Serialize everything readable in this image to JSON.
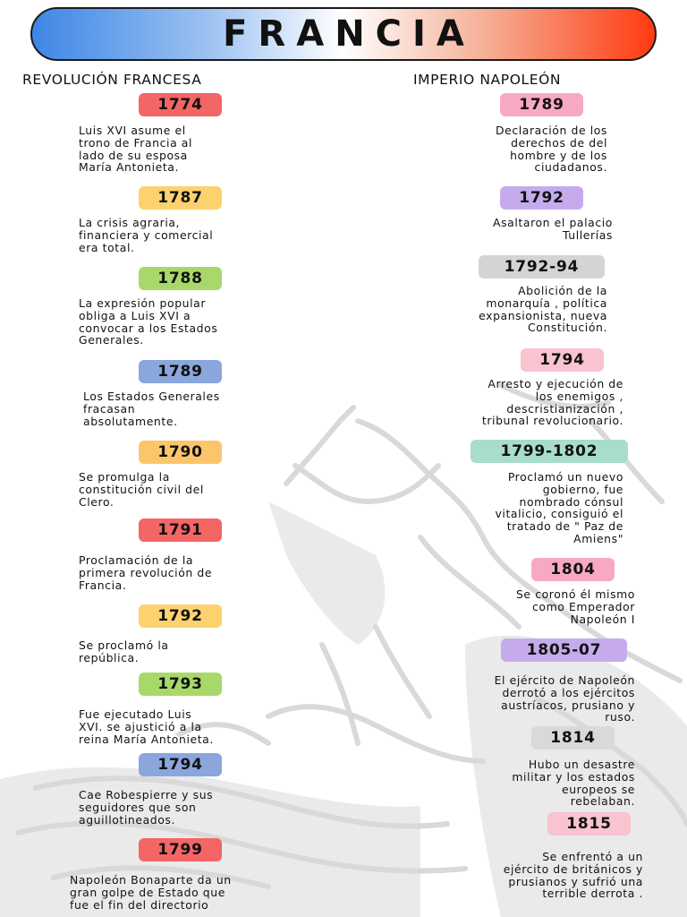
{
  "title": "FRANCIA",
  "left": {
    "heading": "REVOLUCIÓN FRANCESA",
    "events": [
      {
        "year": "1774",
        "color": "#f46565",
        "text": "Luis XVI asume el\ntrono de Francia al\nlado de su esposa\nMaría Antonieta."
      },
      {
        "year": "1787",
        "color": "#fbd26e",
        "text": "La crisis agraria,\nfinanciera y comercial\nera total."
      },
      {
        "year": "1788",
        "color": "#a9d86a",
        "text": "La expresión popular\nobliga a Luis XVI a\nconvocar a los Estados\nGenerales."
      },
      {
        "year": "1789",
        "color": "#8aa6dc",
        "text": "Los Estados Generales\nfracasan\nabsolutamente."
      },
      {
        "year": "1790",
        "color": "#fbc66a",
        "text": "Se promulga la\nconstitución civil del\nClero."
      },
      {
        "year": "1791",
        "color": "#f46565",
        "text": "Proclamación de la\nprimera revolución de\nFrancia."
      },
      {
        "year": "1792",
        "color": "#fbd26e",
        "text": "Se proclamó la\nrepública."
      },
      {
        "year": "1793",
        "color": "#a9d86a",
        "text": "Fue ejecutado Luis\nXVI. se ajustició a la\nreina María Antonieta."
      },
      {
        "year": "1794",
        "color": "#8aa6dc",
        "text": "Cae Robespierre y sus\nseguidores que son\naguillotineados."
      },
      {
        "year": "1799",
        "color": "#f46565",
        "text": "Napoleón Bonaparte da un\ngran golpe de Estado que\nfue el fin del directorio"
      }
    ]
  },
  "right": {
    "heading": "IMPERIO NAPOLEÓN",
    "events": [
      {
        "year": "1789",
        "color": "#f7a9c4",
        "text": "Declaración de los\nderechos de del\nhombre y de los\nciudadanos."
      },
      {
        "year": "1792",
        "color": "#c6abec",
        "text": "Asaltaron el palacio\nTullerías"
      },
      {
        "year": "1792-94",
        "color": "#d4d4d4",
        "text": "Abolición de la\nmonarquía , política\nexpansionista, nueva\nConstitución."
      },
      {
        "year": "1794",
        "color": "#f9c3cf",
        "text": "Arresto y ejecución de\nlos enemigos ,\ndescristianización ,\ntribunal revolucionario."
      },
      {
        "year": "1799-1802",
        "color": "#a8dec9",
        "text": "Proclamó un nuevo\ngobierno, fue\nnombrado cónsul\nvitalicio, consiguió el\ntratado de \" Paz de\nAmiens\""
      },
      {
        "year": "1804",
        "color": "#f7a9c4",
        "text": "Se coronó él mismo\ncomo Emperador\nNapoleón I"
      },
      {
        "year": "1805-07",
        "color": "#c6abec",
        "text": "El ejército de Napoleón\nderrotó a los ejércitos\naustríacos, prusiano y\nruso."
      },
      {
        "year": "1814",
        "color": "#d9d9d9",
        "text": "Hubo un desastre\nmilitar y los estados\neuropeos se\nrebelaban."
      },
      {
        "year": "1815",
        "color": "#f9c3cf",
        "text": "Se enfrentó a un\nejército de británicos y\nprusianos y sufrió una\nterrible derrota ."
      }
    ]
  }
}
